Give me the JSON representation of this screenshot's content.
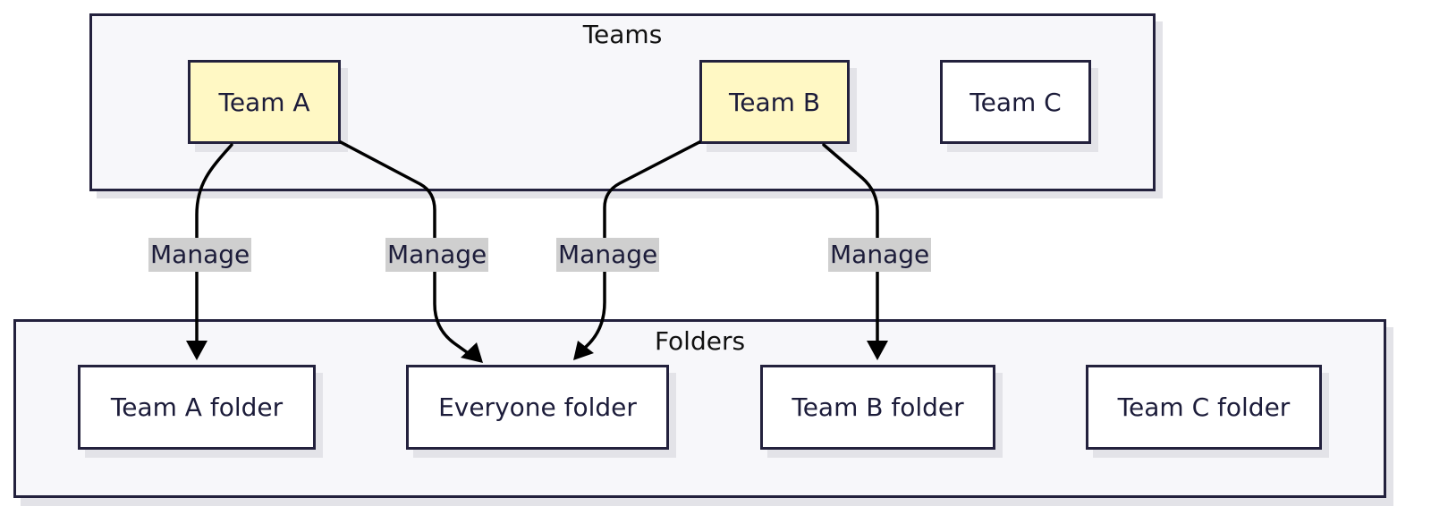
{
  "clusters": {
    "teams": {
      "title": "Teams"
    },
    "folders": {
      "title": "Folders"
    }
  },
  "nodes": {
    "team_a": "Team A",
    "team_b": "Team B",
    "team_c": "Team C",
    "team_a_folder": "Team A folder",
    "everyone_folder": "Everyone folder",
    "team_b_folder": "Team B folder",
    "team_c_folder": "Team C folder"
  },
  "edges": [
    {
      "from": "Team A",
      "to": "Team A folder",
      "label": "Manage"
    },
    {
      "from": "Team A",
      "to": "Everyone folder",
      "label": "Manage"
    },
    {
      "from": "Team B",
      "to": "Everyone folder",
      "label": "Manage"
    },
    {
      "from": "Team B",
      "to": "Team B folder",
      "label": "Manage"
    }
  ],
  "colors": {
    "highlight_fill": "#fff8c4",
    "node_fill": "#ffffff",
    "cluster_fill": "#f7f7fa",
    "stroke": "#23213d",
    "label_bg": "#cfcfcf"
  }
}
